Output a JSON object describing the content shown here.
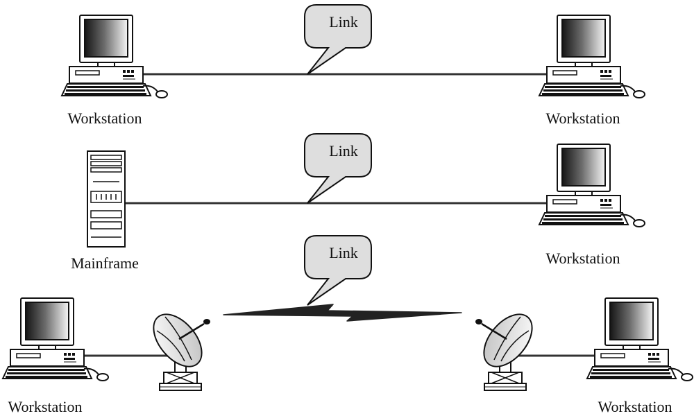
{
  "colors": {
    "line": "#333333",
    "outline": "#111111",
    "bubble_fill": "#dedede",
    "monitor_body": "#ffffff",
    "screen_dark": "#1a1a1a",
    "screen_light": "#f2f2f2"
  },
  "rows": [
    {
      "link_label": "Link",
      "left": {
        "kind": "workstation",
        "label": "Workstation"
      },
      "right": {
        "kind": "workstation",
        "label": "Workstation"
      },
      "connection": "cable"
    },
    {
      "link_label": "Link",
      "left": {
        "kind": "mainframe",
        "label": "Mainframe"
      },
      "right": {
        "kind": "workstation",
        "label": "Workstation"
      },
      "connection": "cable"
    },
    {
      "link_label": "Link",
      "left": {
        "kind": "workstation",
        "label": "Workstation"
      },
      "right": {
        "kind": "workstation",
        "label": "Workstation"
      },
      "left_relay": "satellite-dish",
      "right_relay": "satellite-dish",
      "connection": "wireless"
    }
  ]
}
